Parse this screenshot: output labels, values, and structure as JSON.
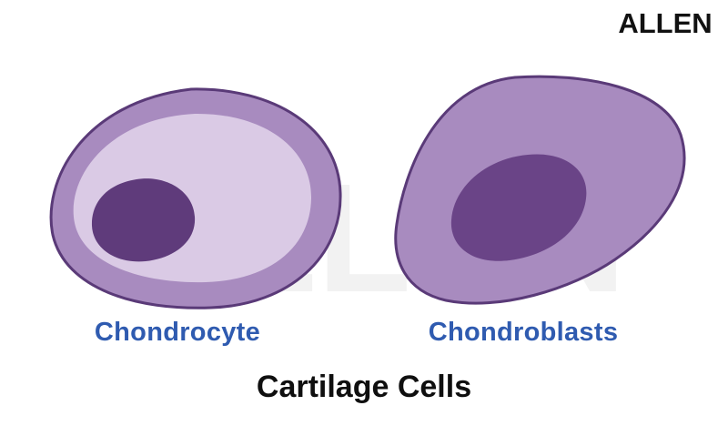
{
  "logo": {
    "text": "ALLEN"
  },
  "watermark": {
    "text": "ALLEN"
  },
  "cells": [
    {
      "label": "Chondrocyte"
    },
    {
      "label": "Chondroblasts"
    }
  ],
  "caption": "Cartilage Cells",
  "colors": {
    "label_blue": "#2f5bb0",
    "membrane_outline": "#5a3a78",
    "chondrocyte_outer": "#a88bbf",
    "chondrocyte_lacuna": "#dbcce6",
    "chondrocyte_nucleus": "#5f3b7b",
    "chondroblast_body": "#a88bbf",
    "chondroblast_nucleus": "#6a4487",
    "watermark": "#e6e6e6"
  }
}
